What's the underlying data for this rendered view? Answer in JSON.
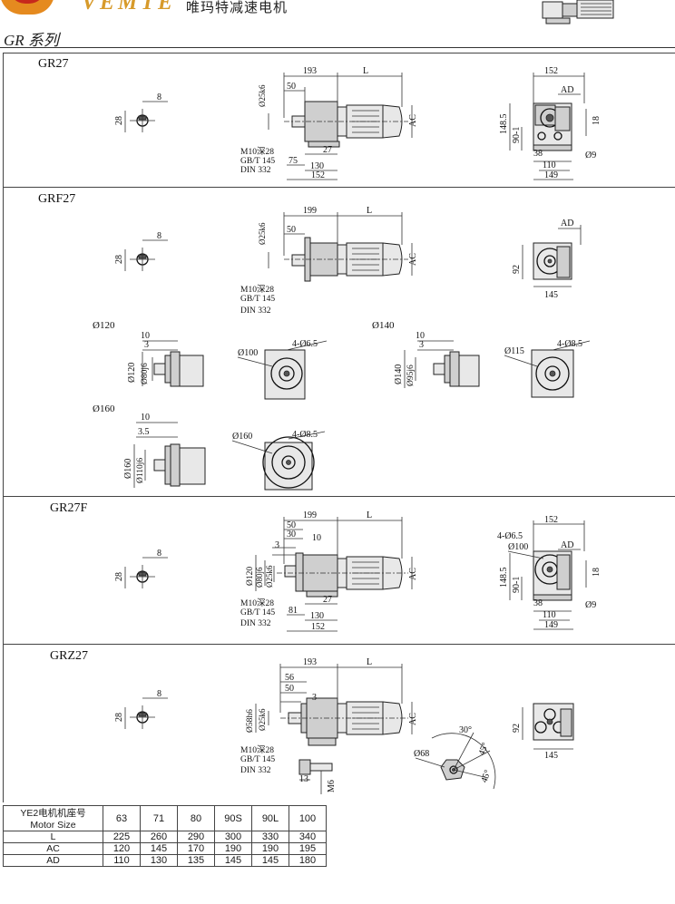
{
  "header": {
    "brand": "VEMTE",
    "brand_cn": "唯玛特减速电机",
    "series": "GR 系列"
  },
  "sections": [
    {
      "title": "GR27",
      "key_dims": {
        "k8": "8",
        "k28": "28"
      },
      "side_dims": {
        "d193": "193",
        "dL": "L",
        "d50": "50",
        "shaft": "Ø25k6",
        "ac": "AC",
        "d27": "27",
        "d75": "75",
        "d130": "130",
        "d152": "152",
        "bolt1": "M10深28",
        "bolt2": "GB/T 145",
        "bolt3": "DIN 332"
      },
      "end_dims": {
        "d152": "152",
        "ad": "AD",
        "h148": "148.5",
        "h90": "90-1",
        "d18": "18",
        "d38": "38",
        "d9": "Ø9",
        "d110": "110",
        "d149": "149"
      }
    },
    {
      "title": "GRF27",
      "key_dims": {
        "k8": "8",
        "k28": "28"
      },
      "side_dims": {
        "d199": "199",
        "dL": "L",
        "d50": "50",
        "shaft": "Ø25k6",
        "ac": "AC",
        "bolt1": "M10深28",
        "bolt2": "GB/T 145",
        "bolt3": "DIN 332"
      },
      "end_dims": {
        "ad": "AD",
        "d92": "92",
        "d145": "145"
      },
      "flanges": [
        {
          "label": "Ø120",
          "d10": "10",
          "d3": "3",
          "od": "Ø120",
          "pilot": "Ø80j6",
          "pcd": "Ø100",
          "holes": "4-Ø6.5"
        },
        {
          "label": "Ø140",
          "d10": "10",
          "d3": "3",
          "od": "Ø140",
          "pilot": "Ø95j6",
          "pcd": "Ø115",
          "holes": "4-Ø8.5"
        },
        {
          "label": "Ø160",
          "d10": "10",
          "d3": "3.5",
          "od": "Ø160",
          "pilot": "Ø110j6",
          "pcd": "Ø160",
          "holes": "4-Ø8.5"
        }
      ]
    },
    {
      "title": "GR27F",
      "key_dims": {
        "k8": "8",
        "k28": "28"
      },
      "side_dims": {
        "d199": "199",
        "dL": "L",
        "d50": "50",
        "d30": "30",
        "d10": "10",
        "d3": "3",
        "f120": "Ø120",
        "f80": "Ø80j6",
        "shaft": "Ø25k6",
        "ac": "AC",
        "d27": "27",
        "d81": "81",
        "d130": "130",
        "d152": "152",
        "bolt1": "M10深28",
        "bolt2": "GB/T 145",
        "bolt3": "DIN 332"
      },
      "end_dims": {
        "holes": "4-Ø6.5",
        "pcd": "Ø100",
        "d152": "152",
        "ad": "AD",
        "h148": "148.5",
        "h90": "90-1",
        "d18": "18",
        "d38": "38",
        "d9": "Ø9",
        "d110": "110",
        "d149": "149"
      }
    },
    {
      "title": "GRZ27",
      "key_dims": {
        "k8": "8",
        "k28": "28"
      },
      "side_dims": {
        "d193": "193",
        "dL": "L",
        "d56": "56",
        "d50": "50",
        "d3": "3",
        "f58": "Ø58h6",
        "shaft": "Ø25k6",
        "ac": "AC",
        "bolt1": "M10深28",
        "bolt2": "GB/T 145",
        "bolt3": "DIN 332",
        "d13": "13",
        "m6": "M6"
      },
      "torque_arm": {
        "d68": "Ø68",
        "a30": "30°",
        "a45a": "45°",
        "a45b": "45°"
      },
      "end_dims": {
        "d92": "92",
        "d145": "145"
      }
    }
  ],
  "table": {
    "header": [
      "YE2电机机座号",
      "Motor Size"
    ],
    "sizes": [
      "63",
      "71",
      "80",
      "90S",
      "90L",
      "100"
    ],
    "rows": [
      {
        "label": "L",
        "values": [
          "225",
          "260",
          "290",
          "300",
          "330",
          "340"
        ]
      },
      {
        "label": "AC",
        "values": [
          "120",
          "145",
          "170",
          "190",
          "190",
          "195"
        ]
      },
      {
        "label": "AD",
        "values": [
          "110",
          "130",
          "135",
          "145",
          "145",
          "180"
        ]
      }
    ]
  }
}
